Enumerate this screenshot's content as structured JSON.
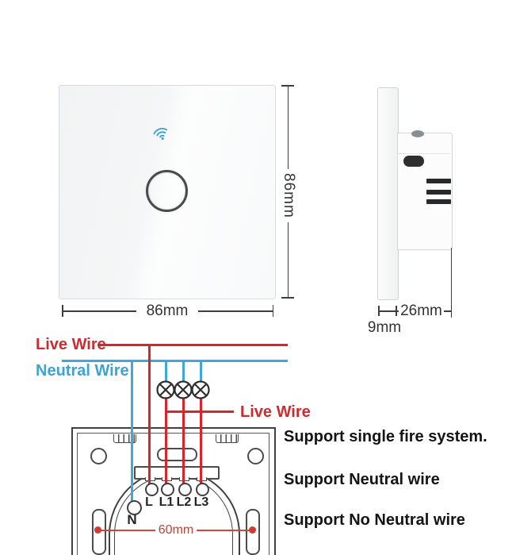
{
  "front_view": {
    "width_label": "86mm",
    "height_label": "86mm",
    "wifi_icon": "wifi-signal",
    "touch_button": "single-gang-touch-circle"
  },
  "side_view": {
    "depth_label": "26mm",
    "glass_thickness_label": "9mm"
  },
  "wiring_diagram": {
    "live_wire_label": "Live Wire",
    "neutral_wire_label": "Neutral Wire",
    "load_live_wire_label": "Live Wire",
    "terminal_labels": [
      "L",
      "L1",
      "L2",
      "L3"
    ],
    "neutral_terminal_label": "N",
    "mounting_hole_spacing_label": "60mm",
    "lamp_count": 3
  },
  "features": [
    "Support single fire system.",
    "Support Neutral wire",
    "Support No Neutral wire"
  ],
  "colors": {
    "live_wire": "#d6252b",
    "neutral_wire": "#41a7d9",
    "dimension_lines": "#3e3e3e",
    "wifi_icon": "#3f9ecb",
    "feature_text": "#141414",
    "spacing_text": "#c0433a"
  }
}
